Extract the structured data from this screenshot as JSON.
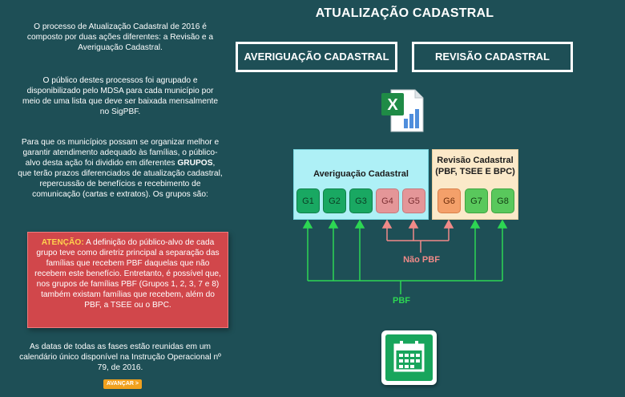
{
  "left": {
    "p1": "O processo de Atualização Cadastral de 2016 é composto por duas ações diferentes: a Revisão e a Averiguação Cadastral.",
    "p2": "O público destes processos foi agrupado e disponibilizado  pelo MDSA para cada município por meio de uma lista que deve ser baixada mensalmente no SigPBF.",
    "p3_before": "Para que os municípios possam se organizar melhor e garantir atendimento adequado às famílias, o público-alvo desta ação foi dividido em diferentes ",
    "p3_bold": "GRUPOS",
    "p3_after": ", que terão prazos diferenciados de atualização cadastral, repercussão de benefícios e recebimento de comunicação (cartas e extratos). Os grupos são:",
    "alert_label": "ATENÇÃO:",
    "alert_text": " A definição do público-alvo de cada grupo teve como diretriz principal a separação das famílias que recebem PBF daquelas que não recebem este benefício. Entretanto, é possível que, nos grupos de famílias PBF (Grupos 1, 2, 3, 7 e 8) também existam famílias que recebem, além do PBF, a TSEE ou o BPC.",
    "p4": "As datas de todas as fases estão reunidas em um calendário único disponível na Instrução Operacional nº 79, de 2016.",
    "next_button": "AVANÇAR >"
  },
  "main": {
    "title": "ATUALIZAÇÃO CADASTRAL",
    "btn_averiguacao": "AVERIGUAÇÃO CADASTRAL",
    "btn_revisao": "REVISÃO CADASTRAL",
    "panel_averiguacao": "Averiguação Cadastral",
    "panel_revisao_1": "Revisão Cadastral",
    "panel_revisao_2": "(PBF, TSEE E BPC)",
    "groups": [
      "G1",
      "G2",
      "G3",
      "G4",
      "G5",
      "G6",
      "G7",
      "G8"
    ],
    "label_nao_pbf": "Não PBF",
    "label_pbf": "PBF",
    "icons": {
      "spreadsheet": "excel-icon",
      "calendar": "calendar-icon"
    },
    "colors": {
      "pbf": "#2dd653",
      "nao_pbf": "#f08a88",
      "background": "#1e4f56"
    }
  }
}
